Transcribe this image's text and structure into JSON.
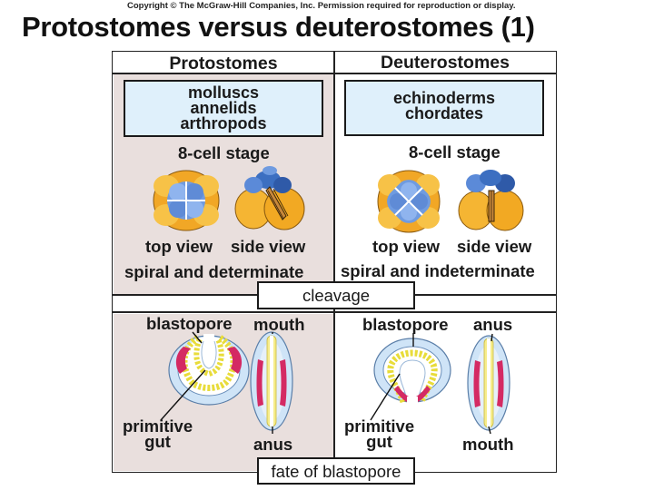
{
  "copyright": "Copyright © The McGraw-Hill Companies, Inc. Permission required for reproduction or display.",
  "title": "Protostomes versus deuterostomes (1)",
  "colors": {
    "panel_left": "#e9dfdd",
    "panel_right": "#ffffff",
    "group_box": "#dff0fb",
    "cell_yellow": "#f5b831",
    "cell_blue": "#3c6fc1",
    "tissue_pink": "#d42a63"
  },
  "columns": {
    "left": {
      "header": "Protostomes",
      "groups": [
        "molluscs",
        "annelids",
        "arthropods"
      ],
      "stage_label": "8-cell stage",
      "top_view": "top view",
      "side_view": "side view",
      "cleavage_type": "spiral and determinate",
      "blastopore_label": "blastopore",
      "opening_label": "mouth",
      "gut_label": "primitive\ngut",
      "second_opening_label": "anus"
    },
    "right": {
      "header": "Deuterostomes",
      "groups": [
        "echinoderms",
        "chordates"
      ],
      "stage_label": "8-cell stage",
      "top_view": "top view",
      "side_view": "side view",
      "cleavage_type": "spiral and indeterminate",
      "blastopore_label": "blastopore",
      "opening_label": "anus",
      "gut_label": "primitive\ngut",
      "second_opening_label": "mouth"
    }
  },
  "tags": {
    "cleavage": "cleavage",
    "fate": "fate of blastopore"
  }
}
